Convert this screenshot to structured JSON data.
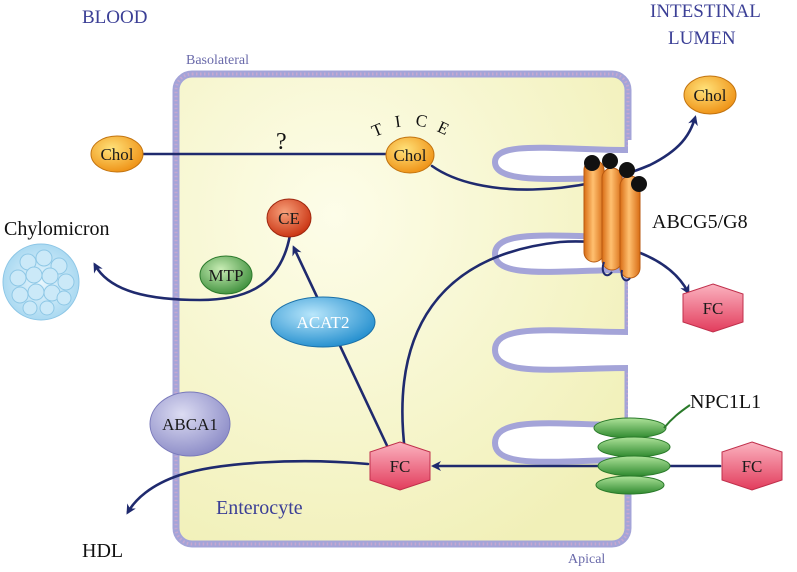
{
  "regions": {
    "blood": "BLOOD",
    "lumen_line1": "INTESTINAL",
    "lumen_line2": "LUMEN",
    "basolateral": "Basolateral",
    "apical": "Apical",
    "enterocyte": "Enterocyte"
  },
  "molecules": {
    "chol_blood": "Chol",
    "chol_tice": "Chol",
    "chol_lumen": "Chol",
    "tice_letters": [
      "T",
      "I",
      "C",
      "E"
    ],
    "question_mark": "?",
    "ce": "CE",
    "mtp": "MTP",
    "acat2": "ACAT2",
    "abca1": "ABCA1",
    "fc_center": "FC",
    "fc_right_lower": "FC",
    "fc_right_upper": "FC",
    "chylomicron": "Chylomicron",
    "hdl": "HDL",
    "abcg5_g8": "ABCG5/G8",
    "npc1l1": "NPC1L1"
  },
  "colors": {
    "membrane": "#9c9cd4",
    "cytoplasm": "#f7f6c8",
    "arrow": "#1f2a6e",
    "chol_orange": "#f3a01e",
    "ce_red": "#d9401c",
    "mtp_green": "#4aa34a",
    "acat2_blue": "#2f9ed8",
    "abca1_purple": "#9c9cd0",
    "fc_pink": "#e8506a",
    "abcg5_orange": "#f08a2a",
    "npc1l1_green": "#3e9e3e"
  }
}
